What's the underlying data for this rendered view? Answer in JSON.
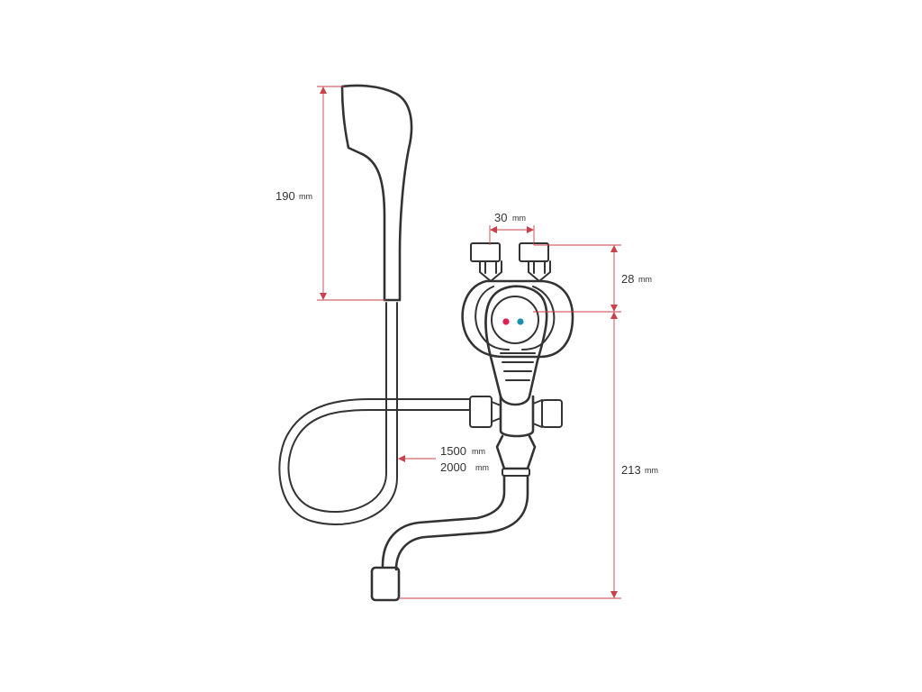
{
  "dimensions": {
    "handshower_length": {
      "value": "190",
      "unit": "mm"
    },
    "inlet_spacing": {
      "value": "30",
      "unit": "mm"
    },
    "inlet_height": {
      "value": "28",
      "unit": "mm"
    },
    "hose_length": [
      {
        "value": "1500",
        "unit": "mm"
      },
      {
        "value": "2000",
        "unit": "mm"
      }
    ],
    "spout_height": {
      "value": "213",
      "unit": "mm"
    }
  },
  "colors": {
    "dimension_line": "#c9414a",
    "outline": "#333333",
    "hot_indicator": "#e0204f",
    "cold_indicator": "#1e8fb0"
  }
}
